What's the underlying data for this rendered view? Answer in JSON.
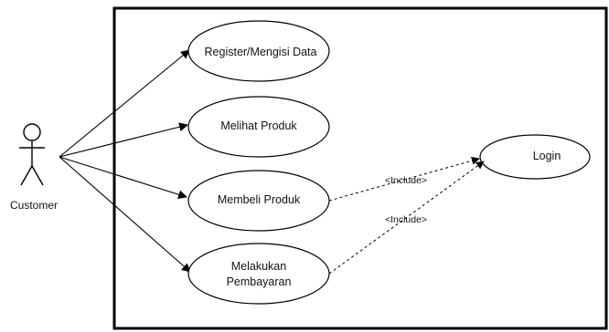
{
  "actor": {
    "label": "Customer"
  },
  "use_cases": {
    "register": {
      "label": "Register/Mengisi Data"
    },
    "lihat": {
      "label": "Melihat Produk"
    },
    "beli": {
      "label": "Membeli Produk"
    },
    "bayar": {
      "line1": "Melakukan",
      "line2": "Pembayaran"
    },
    "login": {
      "label": "Login"
    }
  },
  "relationships": {
    "include_beli": "<Include>",
    "include_bayar": "<Include>"
  }
}
